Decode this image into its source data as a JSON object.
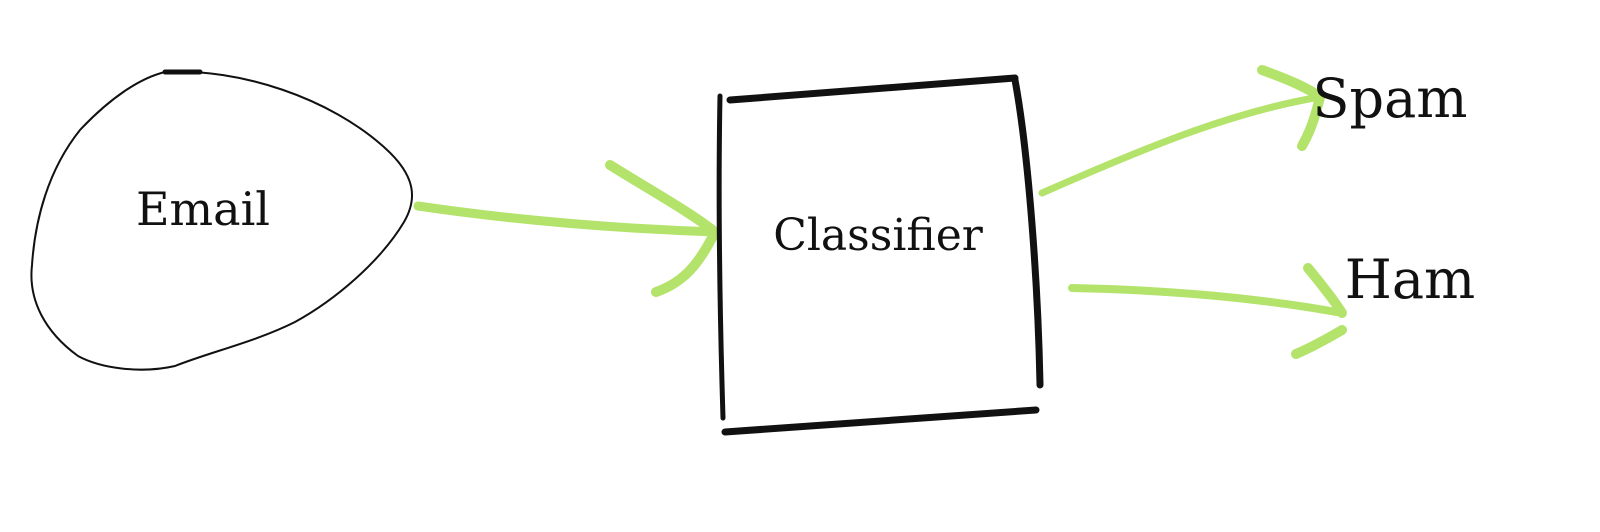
{
  "nodes": {
    "email": {
      "label": "Email"
    },
    "classifier": {
      "label": "Classifier"
    },
    "spam": {
      "label": "Spam"
    },
    "ham": {
      "label": "Ham"
    }
  },
  "colors": {
    "ink": "#111111",
    "arrow": "#b3e36a",
    "background": "#ffffff"
  }
}
